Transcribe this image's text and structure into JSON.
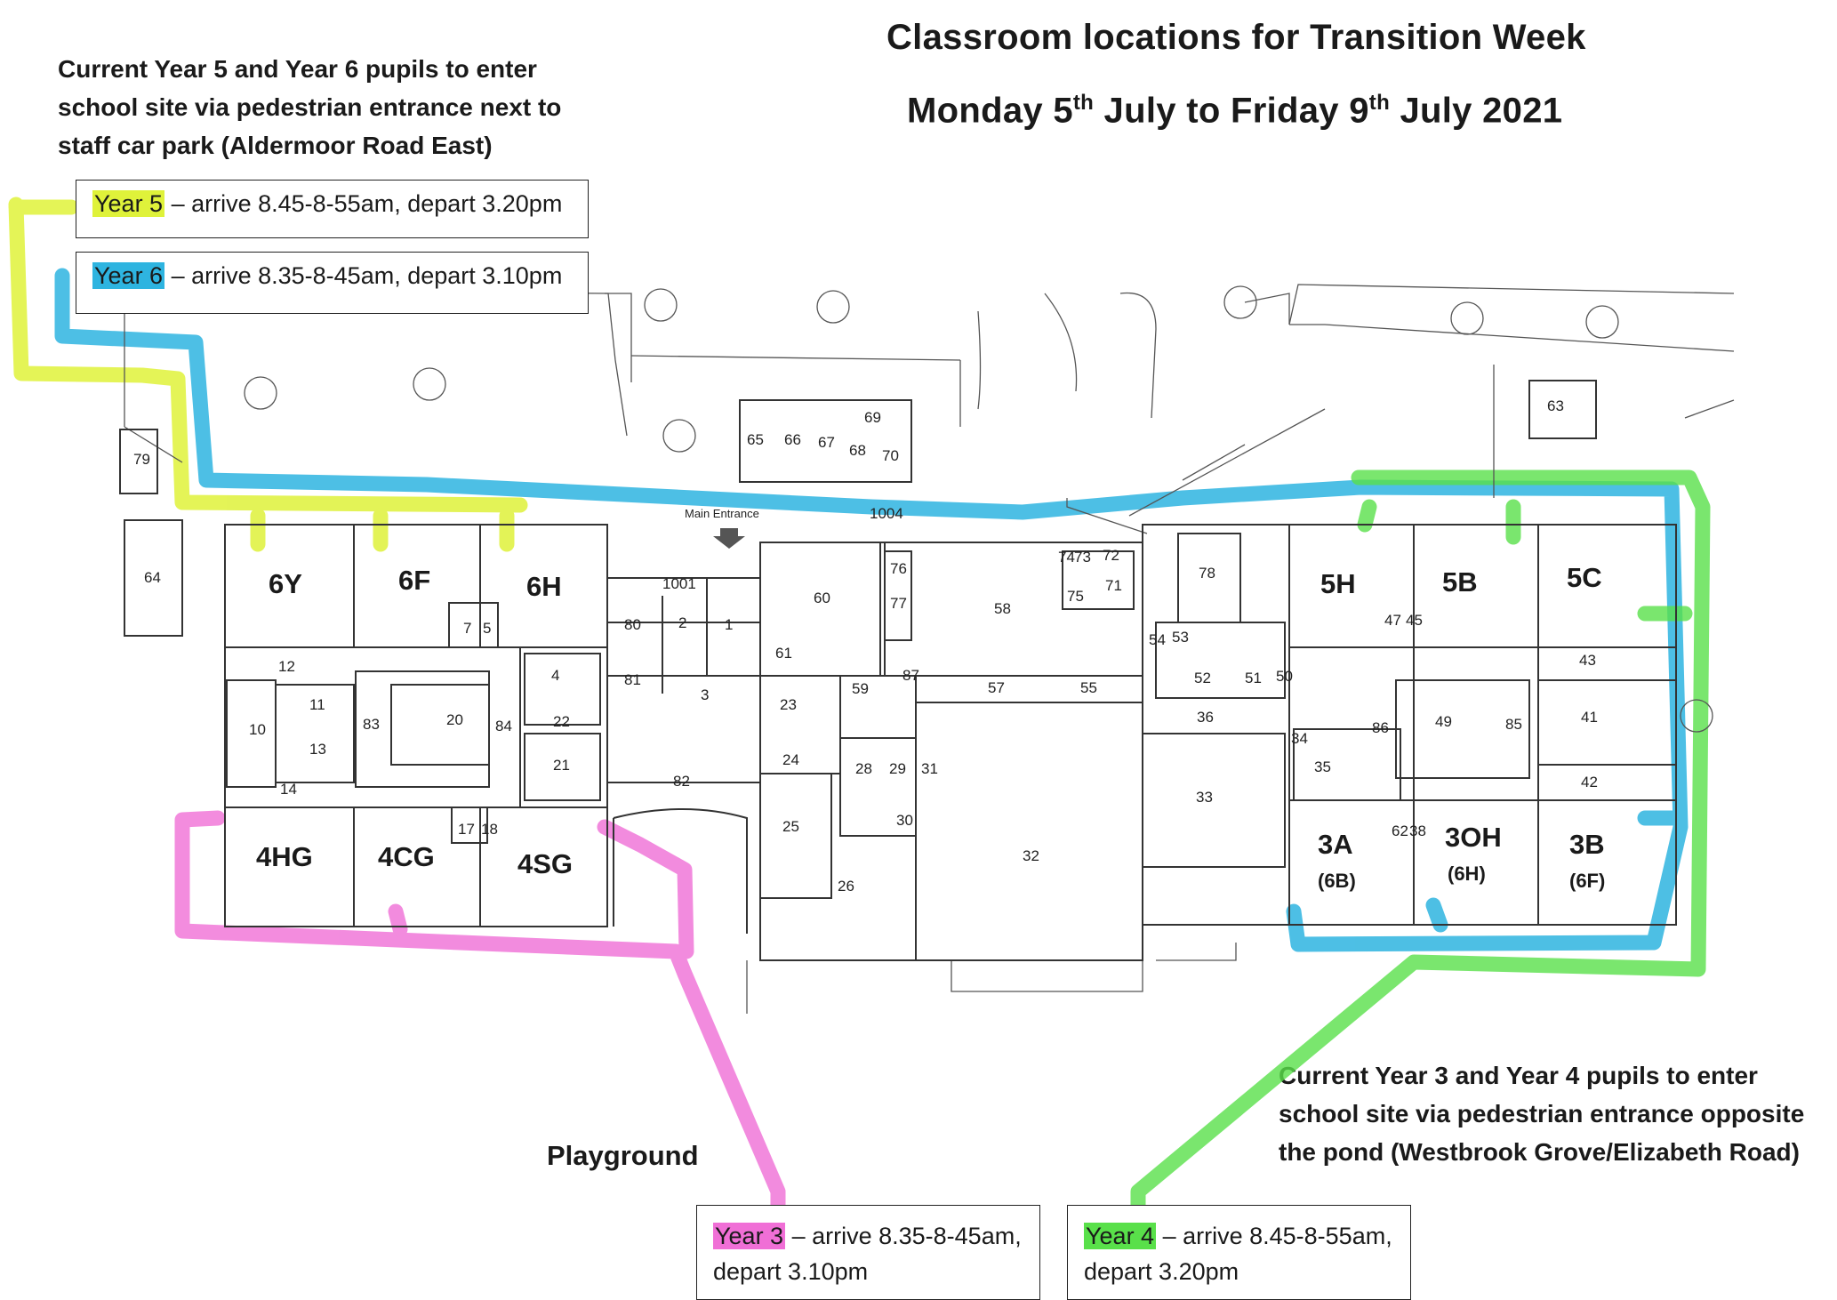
{
  "title": {
    "line1": "Classroom locations for Transition Week",
    "line2_pre": "Monday 5",
    "line2_sup1": "th",
    "line2_mid": " July to Friday 9",
    "line2_sup2": "th",
    "line2_post": " July 2021"
  },
  "top_note": {
    "line1": "Current Year 5 and Year 6 pupils to enter",
    "line2": "school site via pedestrian entrance next to",
    "line3": "staff car park (Aldermoor Road East)"
  },
  "bottom_note": {
    "line1": "Current Year 3 and Year 4 pupils to enter",
    "line2": "school site via pedestrian entrance opposite",
    "line3": "the pond (Westbrook Grove/Elizabeth Road)"
  },
  "playground_label": "Playground",
  "legend": {
    "year5": {
      "label": "Year 5",
      "text": " – arrive 8.45-8-55am, depart 3.20pm",
      "color": "#dff23a"
    },
    "year6": {
      "label": "Year 6",
      "text": " – arrive 8.35-8-45am, depart 3.10pm",
      "color": "#2eb4e0"
    },
    "year3": {
      "label": "Year 3",
      "text1": " – arrive 8.35-8-45am,",
      "text2": "depart 3.10pm",
      "color": "#f06fd6"
    },
    "year4": {
      "label": "Year 4",
      "text1": " – arrive 8.45-8-55am,",
      "text2": "depart 3.20pm",
      "color": "#59e04a"
    }
  },
  "classrooms": {
    "r6Y": "6Y",
    "r6F": "6F",
    "r6H": "6H",
    "r4HG": "4HG",
    "r4CG": "4CG",
    "r4SG": "4SG",
    "r5H": "5H",
    "r5B": "5B",
    "r5C": "5C",
    "r3A": "3A",
    "r3A_sub": "(6B)",
    "r3OH": "3OH",
    "r3OH_sub": "(6H)",
    "r3B": "3B",
    "r3B_sub": "(6F)"
  },
  "rooms": {
    "n79": "79",
    "n64": "64",
    "n65": "65",
    "n66": "66",
    "n67": "67",
    "n68": "68",
    "n69": "69",
    "n70": "70",
    "n63": "63",
    "n1004": "1004",
    "main_entrance": "Main Entrance",
    "n1001": "1001",
    "n80": "80",
    "n2": "2",
    "n1": "1",
    "n81": "81",
    "n3": "3",
    "n60": "60",
    "n61": "61",
    "n76": "76",
    "n77": "77",
    "n58": "58",
    "n74": "74",
    "n73": "73",
    "n72": "72",
    "n75": "75",
    "n71": "71",
    "n78": "78",
    "n12": "12",
    "n10": "10",
    "n11": "11",
    "n13": "13",
    "n14": "14",
    "n83": "83",
    "n20": "20",
    "n84": "84",
    "n4": "4",
    "n22": "22",
    "n21": "21",
    "n7": "7",
    "n5": "5",
    "n17": "17",
    "n18": "18",
    "n82": "82",
    "n23": "23",
    "n59": "59",
    "n87": "87",
    "n57": "57",
    "n55": "55",
    "n24": "24",
    "n25": "25",
    "n28": "28",
    "n29": "29",
    "n31": "31",
    "n30": "30",
    "n26": "26",
    "n32": "32",
    "n54": "54",
    "n53": "53",
    "n52": "52",
    "n51": "51",
    "n50": "50",
    "n36": "36",
    "n34": "34",
    "n35": "35",
    "n33": "33",
    "n47": "47",
    "n45": "45",
    "n43": "43",
    "n86": "86",
    "n49": "49",
    "n85": "85",
    "n41": "41",
    "n42": "42",
    "n62": "62",
    "n38": "38"
  }
}
